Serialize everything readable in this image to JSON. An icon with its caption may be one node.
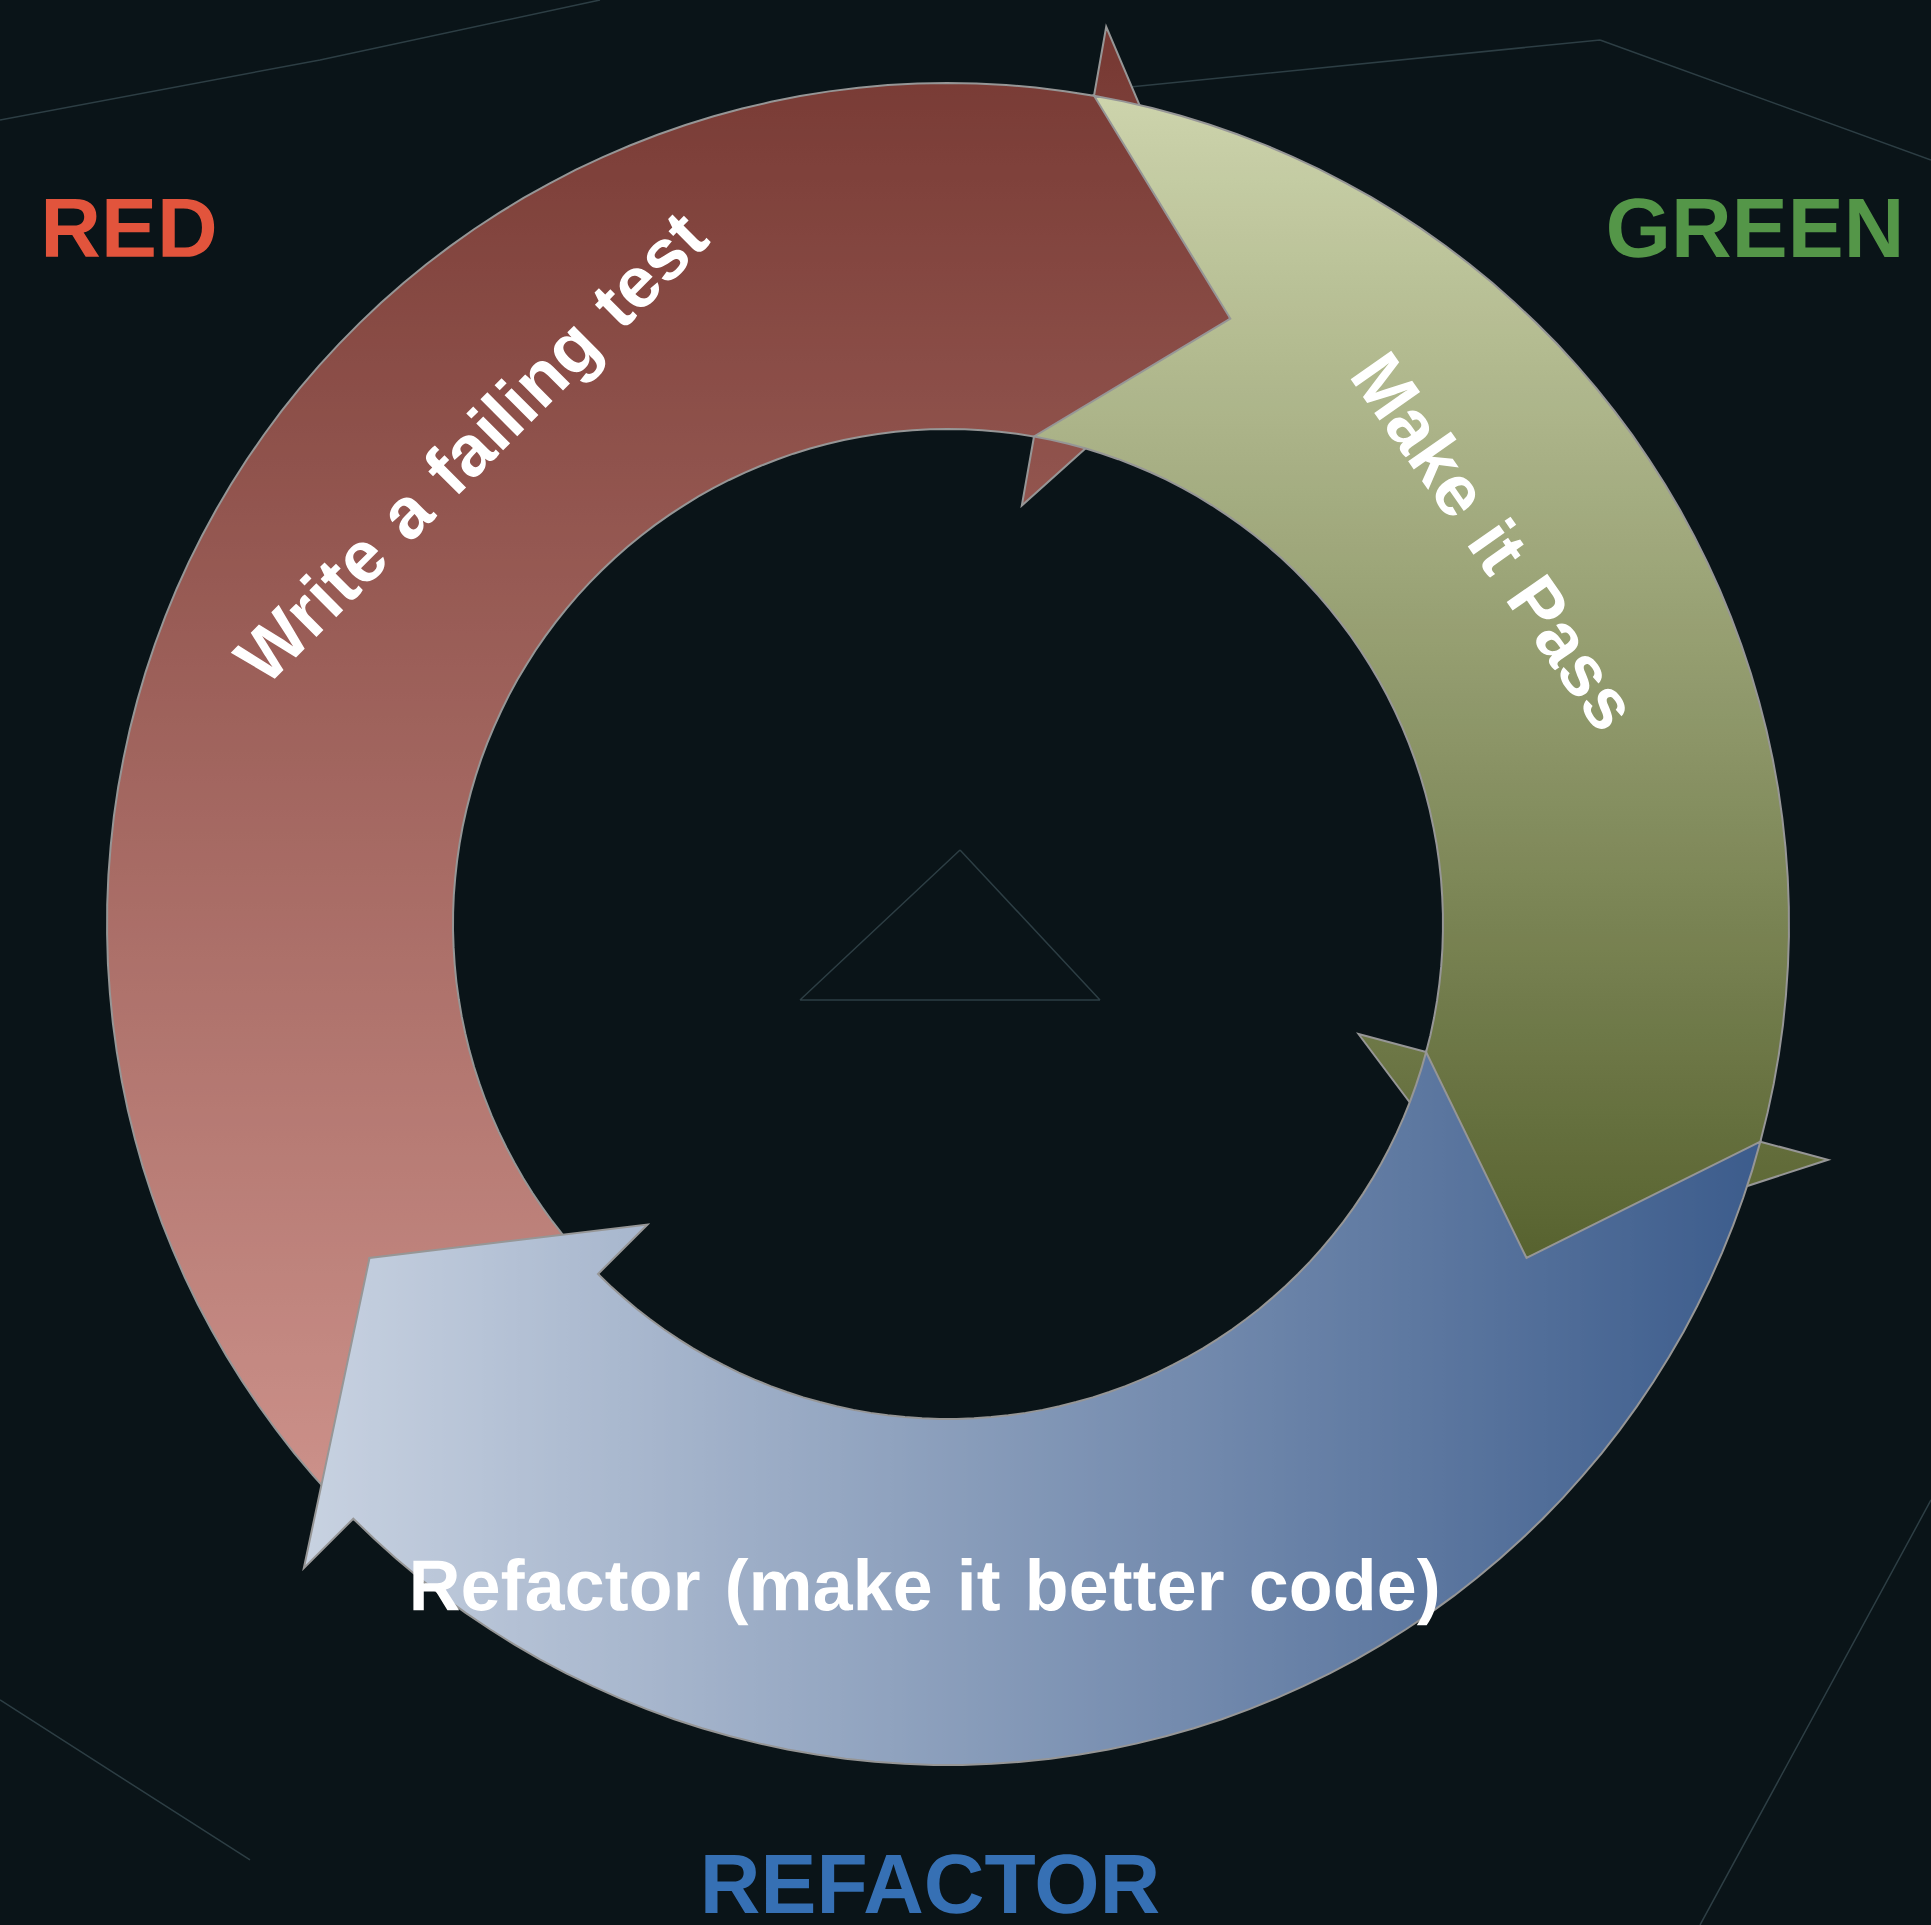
{
  "diagram": {
    "nodes": [
      {
        "text": [
          "Write a failing test"
        ]
      },
      {
        "text": [
          "Make it Pass"
        ]
      },
      {
        "text": [
          "Refactor (make it better code)"
        ]
      }
    ],
    "labels": [
      "RED",
      "GREEN",
      "REFACTOR"
    ]
  }
}
